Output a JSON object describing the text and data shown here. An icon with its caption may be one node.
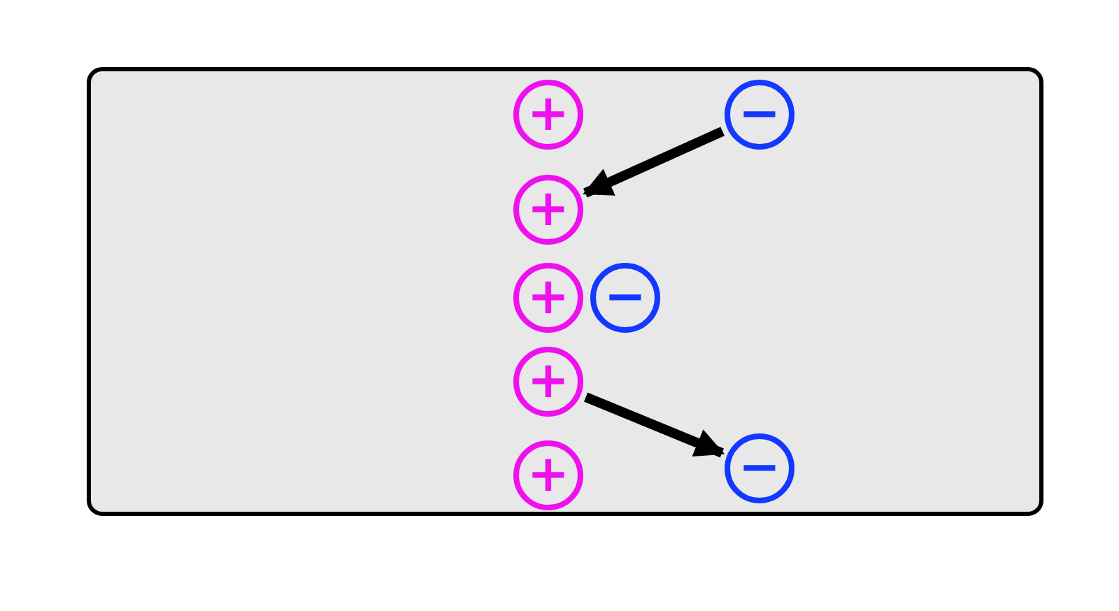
{
  "diagram": {
    "nodes": [
      {
        "text": [],
        "shape": "box"
      },
      {
        "text": [
          "+"
        ],
        "in": 0
      },
      {
        "text": [
          "−"
        ],
        "in": 0
      },
      {
        "text": [
          "+"
        ],
        "in": 0
      },
      {
        "text": [
          "+"
        ],
        "in": 0
      },
      {
        "text": [
          "−"
        ],
        "in": 0
      },
      {
        "text": [
          "+"
        ],
        "in": 0
      },
      {
        "text": [
          "−"
        ],
        "in": 0
      },
      {
        "text": [
          "+"
        ],
        "in": 0
      }
    ],
    "edges": [
      {
        "from": 2,
        "to": 3,
        "arrow": "to"
      },
      {
        "from": 6,
        "to": 7,
        "arrow": "to"
      }
    ]
  }
}
